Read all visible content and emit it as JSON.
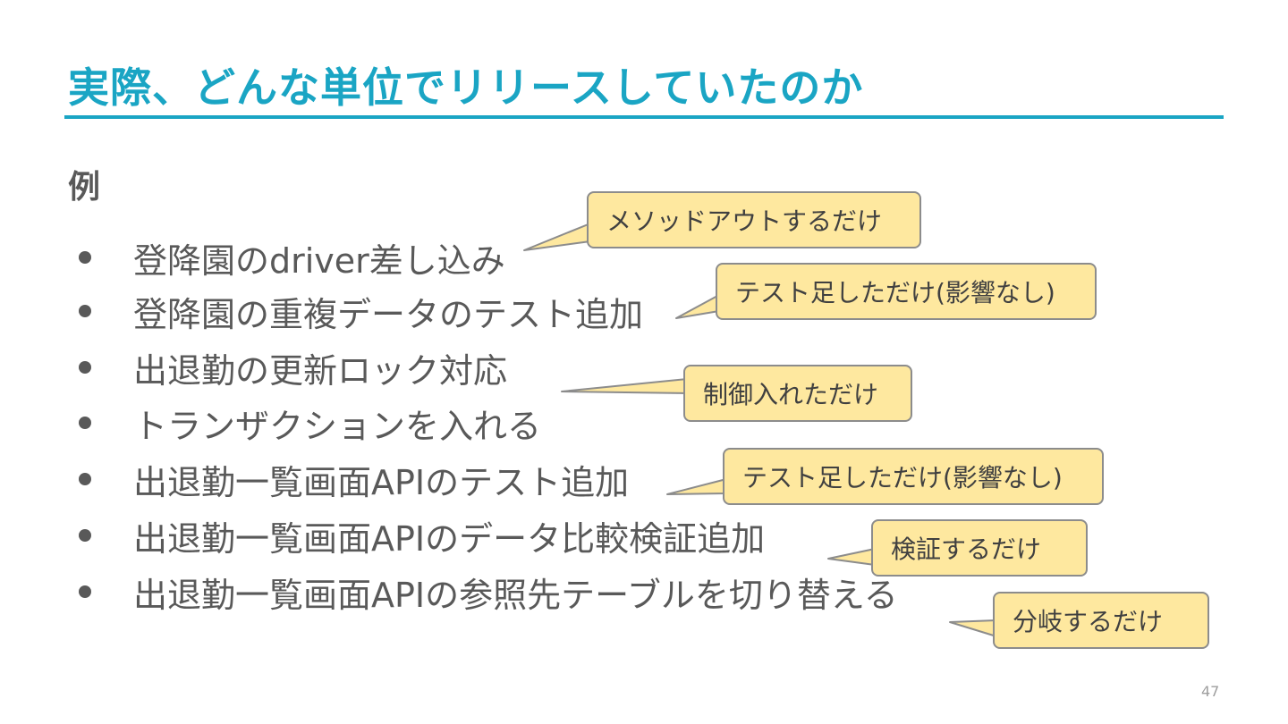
{
  "slide": {
    "title": "実際、どんな単位でリリースしていたのか",
    "subheading": "例",
    "page_number": "47"
  },
  "bullets": [
    "登降園のdriver差し込み",
    "登降園の重複データのテスト追加",
    "出退勤の更新ロック対応",
    "トランザクションを入れる",
    "出退勤一覧画面APIのテスト追加",
    "出退勤一覧画面APIのデータ比較検証追加",
    "出退勤一覧画面APIの参照先テーブルを切り替える"
  ],
  "callouts": [
    "メソッドアウトするだけ",
    "テスト足しただけ(影響なし)",
    "制御入れただけ",
    "テスト足しただけ(影響なし)",
    "検証するだけ",
    "分岐するだけ"
  ],
  "colors": {
    "accent": "#1aa5c4",
    "body_text": "#595959",
    "callout_fill": "#fee89f",
    "callout_border": "#8c8c8c"
  }
}
